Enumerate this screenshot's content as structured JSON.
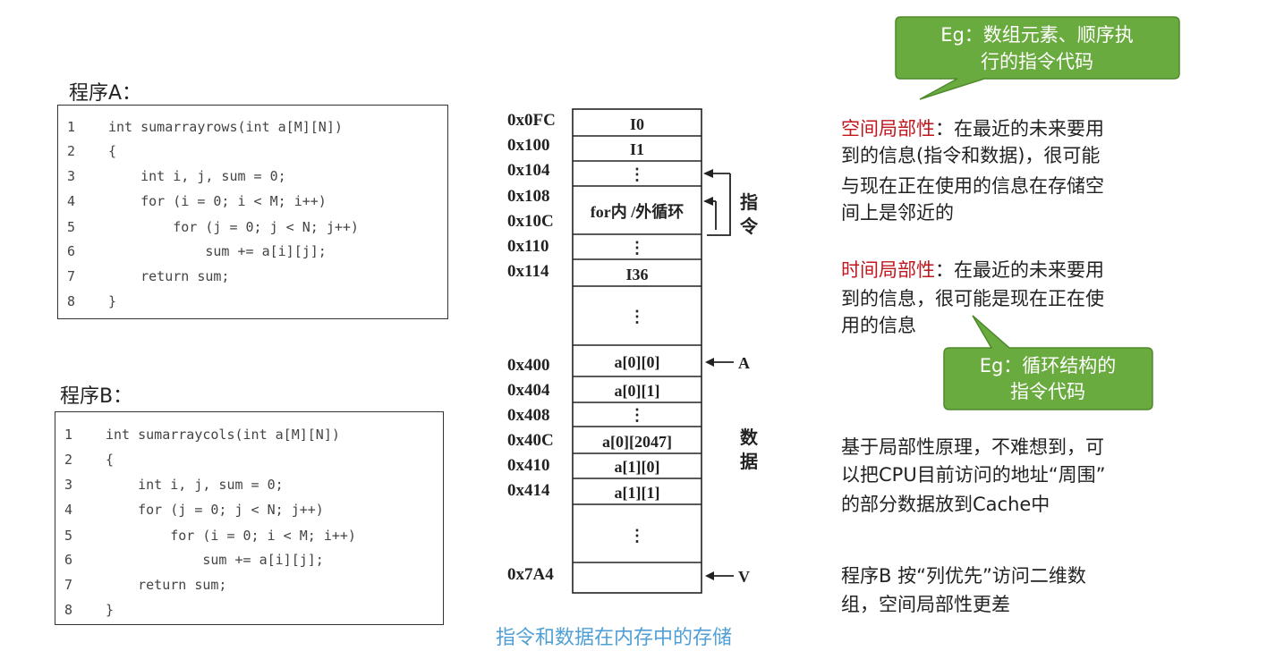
{
  "program_a": {
    "title": "程序A：",
    "lines": [
      {
        "n": "1",
        "code": "int sumarrayrows(int a[M][N])"
      },
      {
        "n": "2",
        "code": "{"
      },
      {
        "n": "3",
        "code": "    int i, j, sum = 0;"
      },
      {
        "n": "4",
        "code": "    for (i = 0; i < M; i++)"
      },
      {
        "n": "5",
        "code": "        for (j = 0; j < N; j++)"
      },
      {
        "n": "6",
        "code": "            sum += a[i][j];"
      },
      {
        "n": "7",
        "code": "    return sum;"
      },
      {
        "n": "8",
        "code": "}"
      }
    ]
  },
  "program_b": {
    "title": "程序B：",
    "lines": [
      {
        "n": "1",
        "code": "int sumarraycols(int a[M][N])"
      },
      {
        "n": "2",
        "code": "{"
      },
      {
        "n": "3",
        "code": "    int i, j, sum = 0;"
      },
      {
        "n": "4",
        "code": "    for (j = 0; j < N; j++)"
      },
      {
        "n": "5",
        "code": "        for (i = 0; i < M; i++)"
      },
      {
        "n": "6",
        "code": "            sum += a[i][j];"
      },
      {
        "n": "7",
        "code": "    return sum;"
      },
      {
        "n": "8",
        "code": "}"
      }
    ]
  },
  "memory": {
    "addresses": [
      "0x0FC",
      "0x100",
      "0x104",
      "0x108",
      "0x10C",
      "0x110",
      "0x114",
      "0x400",
      "0x404",
      "0x408",
      "0x40C",
      "0x410",
      "0x414",
      "0x7A4"
    ],
    "cells": [
      "I0",
      "I1",
      "⋮",
      "for内 /外循环",
      "⋮",
      "I36",
      "⋮",
      "a[0][0]",
      "a[0][1]",
      "⋮",
      "a[0][2047]",
      "a[1][0]",
      "a[1][1]",
      "⋮",
      ""
    ],
    "instr_label": [
      "指",
      "令"
    ],
    "data_label": [
      "数",
      "据"
    ],
    "pointer_a": "A",
    "pointer_v": "V",
    "caption": "指令和数据在内存中的存储"
  },
  "bubble_top": {
    "line1": "Eg：数组元素、顺序执",
    "line2": "行的指令代码"
  },
  "bubble_mid": {
    "line1": "Eg：循环结构的",
    "line2": "指令代码"
  },
  "spatial": {
    "term": "空间局部性",
    "rest1": "：在最近的未来要用",
    "line2": "到的信息(指令和数据)，很可能",
    "line3": "与现在正在使用的信息在存储空",
    "line4": "间上是邻近的"
  },
  "temporal": {
    "term": "时间局部性",
    "rest1": "：在最近的未来要用",
    "line2": "到的信息，很可能是现在正在使",
    "line3": "用的信息"
  },
  "principle": {
    "line1": "基于局部性原理，不难想到，可",
    "line2": "以把CPU目前访问的地址“周围”",
    "line3": "的部分数据放到Cache中"
  },
  "conclusion": {
    "line1": "程序B 按“列优先”访问二维数",
    "line2": "组，空间局部性更差"
  },
  "colors": {
    "bubble": "#6aab3f",
    "bubble_border": "#4d8a2c",
    "term": "#c0171e",
    "caption": "#4f9fd6"
  }
}
